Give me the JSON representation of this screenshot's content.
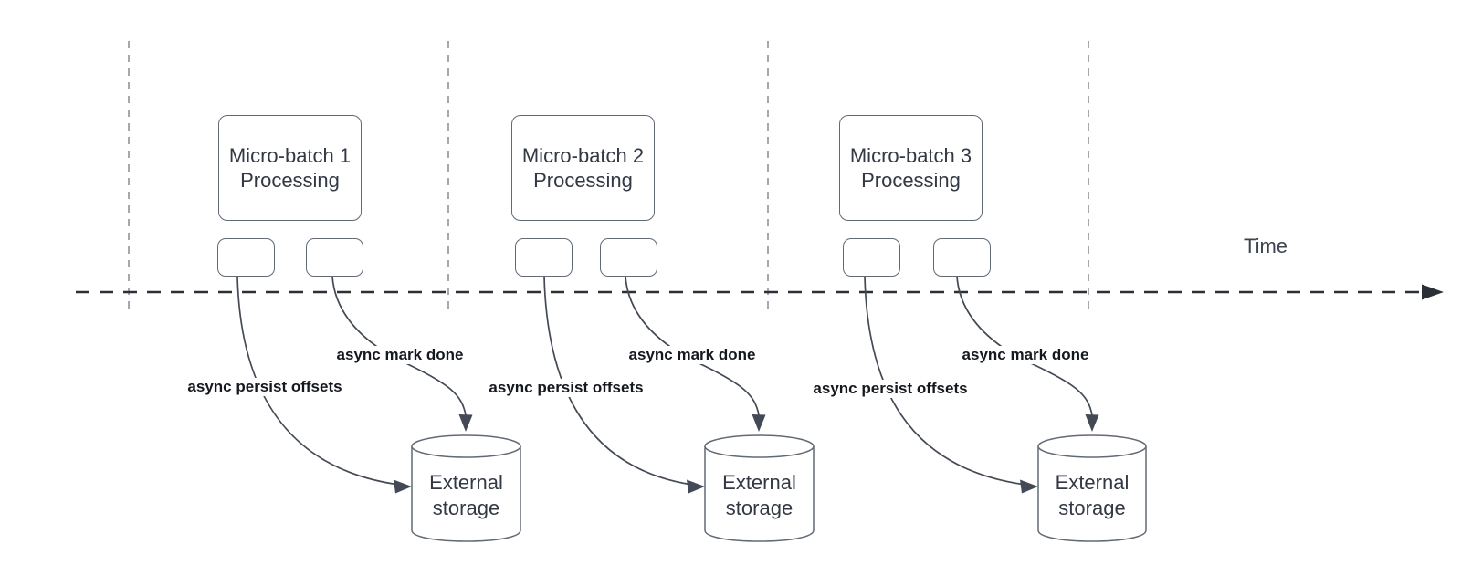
{
  "axis": {
    "time_label": "Time"
  },
  "groups": [
    {
      "box_line1": "Micro-batch 1",
      "box_line2": "Processing",
      "persist_label": "async persist offsets",
      "done_label": "async mark done",
      "storage_line1": "External",
      "storage_line2": "storage"
    },
    {
      "box_line1": "Micro-batch 2",
      "box_line2": "Processing",
      "persist_label": "async persist offsets",
      "done_label": "async mark done",
      "storage_line1": "External",
      "storage_line2": "storage"
    },
    {
      "box_line1": "Micro-batch 3",
      "box_line2": "Processing",
      "persist_label": "async persist offsets",
      "done_label": "async mark done",
      "storage_line1": "External",
      "storage_line2": "storage"
    }
  ],
  "colors": {
    "shape_stroke": "#626a75",
    "connector": "#434a55",
    "timeline": "#2b2f36",
    "grid_line": "#a6a8ad",
    "text_primary": "#333944",
    "label_bold": "#15181e",
    "canvas_bg": "#ffffff"
  }
}
